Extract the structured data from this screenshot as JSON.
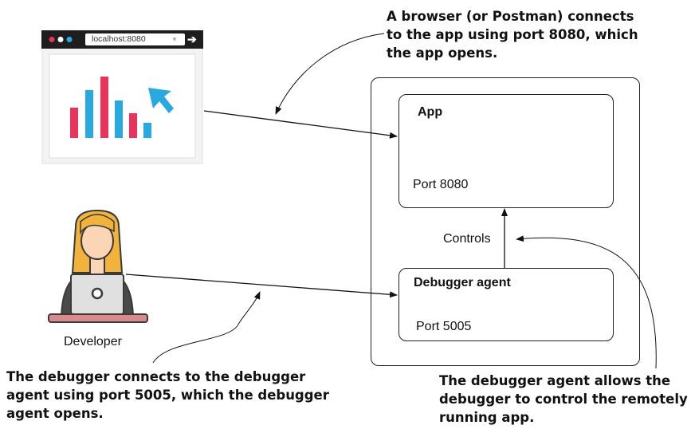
{
  "browser": {
    "url": "localhost:8080"
  },
  "developer": {
    "label": "Developer"
  },
  "app": {
    "title": "App",
    "port": "Port 8080"
  },
  "agent": {
    "title": "Debugger agent",
    "port": "Port 5005"
  },
  "controls_label": "Controls",
  "callouts": {
    "top": [
      "A browser (or Postman) connects",
      "to the app using port 8080, which",
      "the app opens."
    ],
    "bottom_left": [
      "The debugger connects to the debugger",
      "agent using port 5005, which the debugger",
      "agent opens."
    ],
    "bottom_right": [
      "The debugger agent allows the",
      "debugger to control the remotely",
      "running app."
    ]
  },
  "colors": {
    "bar_red": "#e8345a",
    "bar_blue": "#2aa8e0",
    "hair": "#f2b33d",
    "skin": "#fbd5b5",
    "shirt": "#4a4a4a"
  }
}
